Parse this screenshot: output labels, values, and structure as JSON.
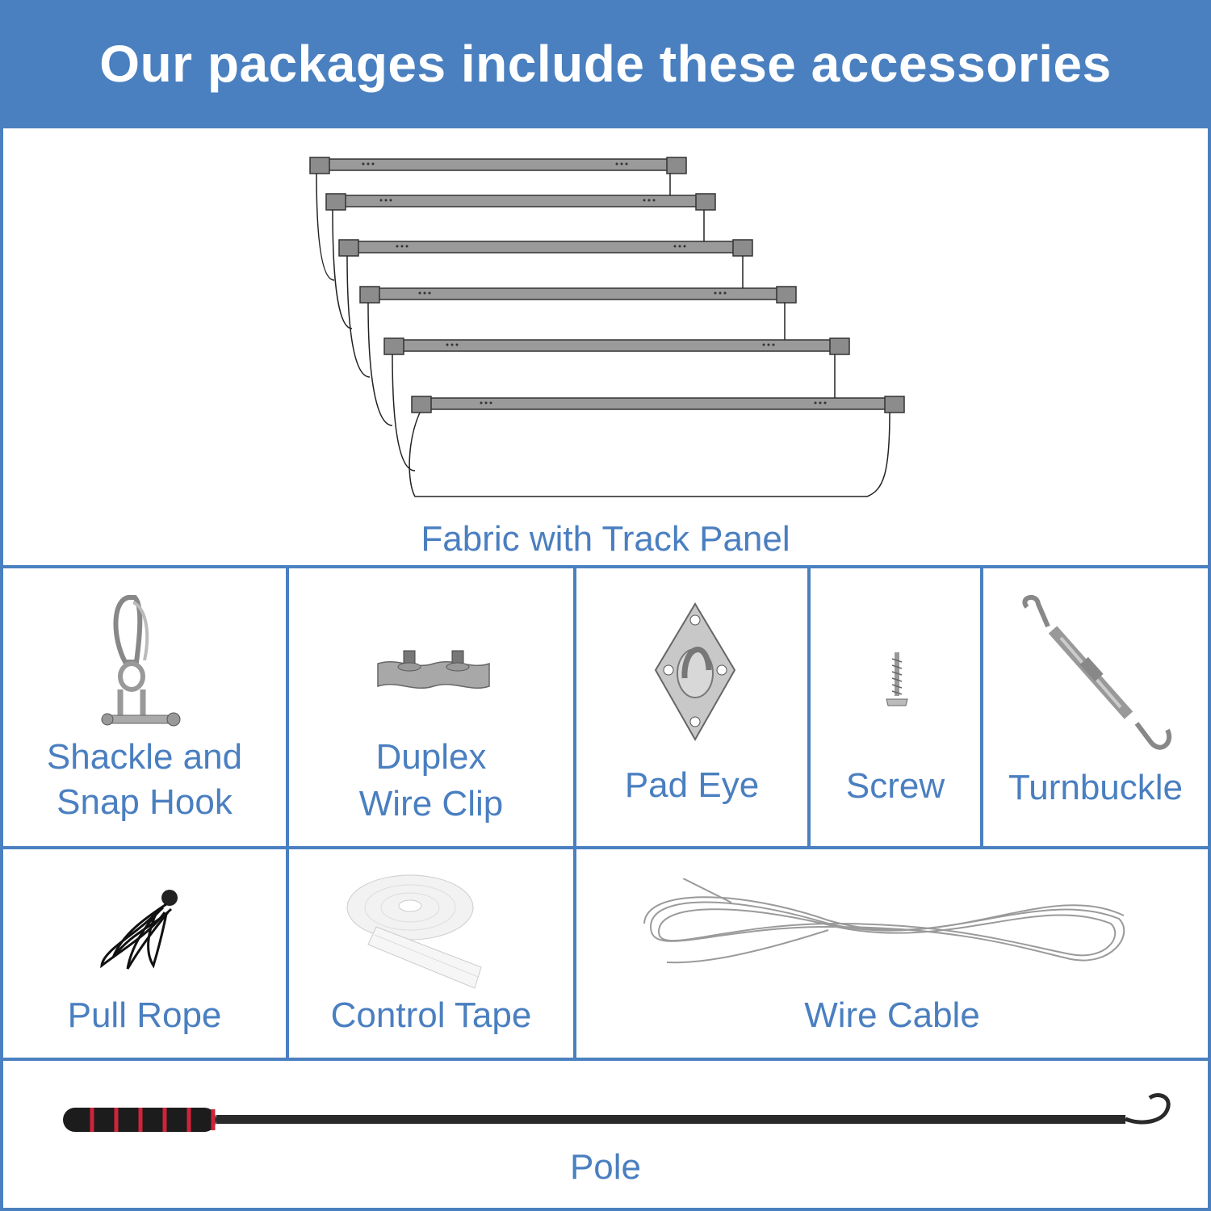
{
  "header": {
    "title": "Our packages include these accessories"
  },
  "items": {
    "fabric": "Fabric with Track Panel",
    "shackle_line1": "Shackle and",
    "shackle_line2": "Snap Hook",
    "clip_line1": "Duplex",
    "clip_line2": "Wire Clip",
    "padeye": "Pad Eye",
    "screw": "Screw",
    "turnbuckle": "Turnbuckle",
    "pullrope": "Pull Rope",
    "tape": "Control Tape",
    "cable": "Wire Cable",
    "pole": "Pole"
  },
  "colors": {
    "accent": "#4a80c0",
    "label": "#4a7fc0"
  }
}
